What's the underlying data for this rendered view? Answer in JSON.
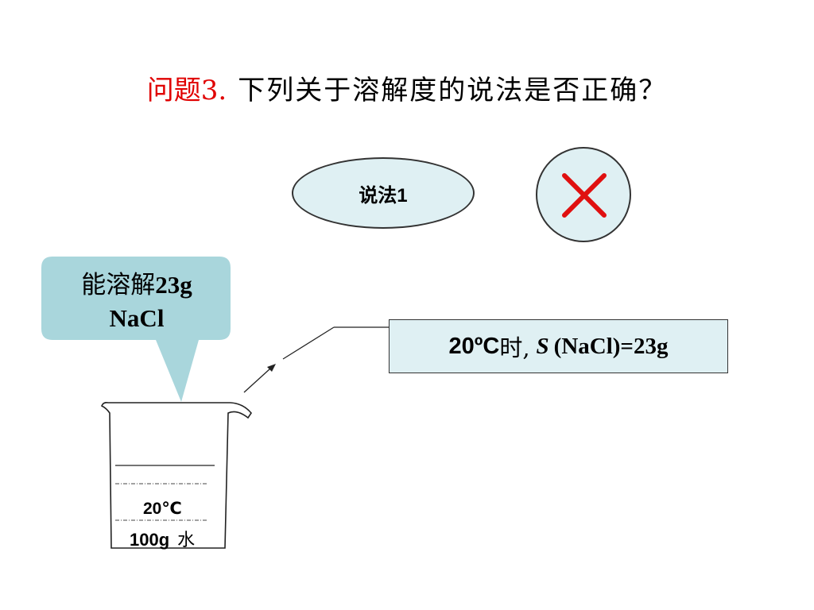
{
  "title": {
    "label": "问题3.",
    "question": "下列关于溶解度的说法是否正确？"
  },
  "statement": {
    "label": "说法1"
  },
  "verdict": {
    "icon": "cross-mark-icon",
    "color": "#e01010"
  },
  "bubble": {
    "line1_prefix": "能溶解",
    "line1_amount": "23g",
    "line2": "NaCl"
  },
  "formula": {
    "temp": "20ºC",
    "shi": "时,",
    "symbol": "S",
    "rest": "(NaCl)=23g"
  },
  "beaker": {
    "temperature": "20℃",
    "water_amount": "100g",
    "water_label": "水"
  },
  "colors": {
    "title_label": "#e00000",
    "fill": "#dff0f3",
    "cross": "#e01010"
  }
}
